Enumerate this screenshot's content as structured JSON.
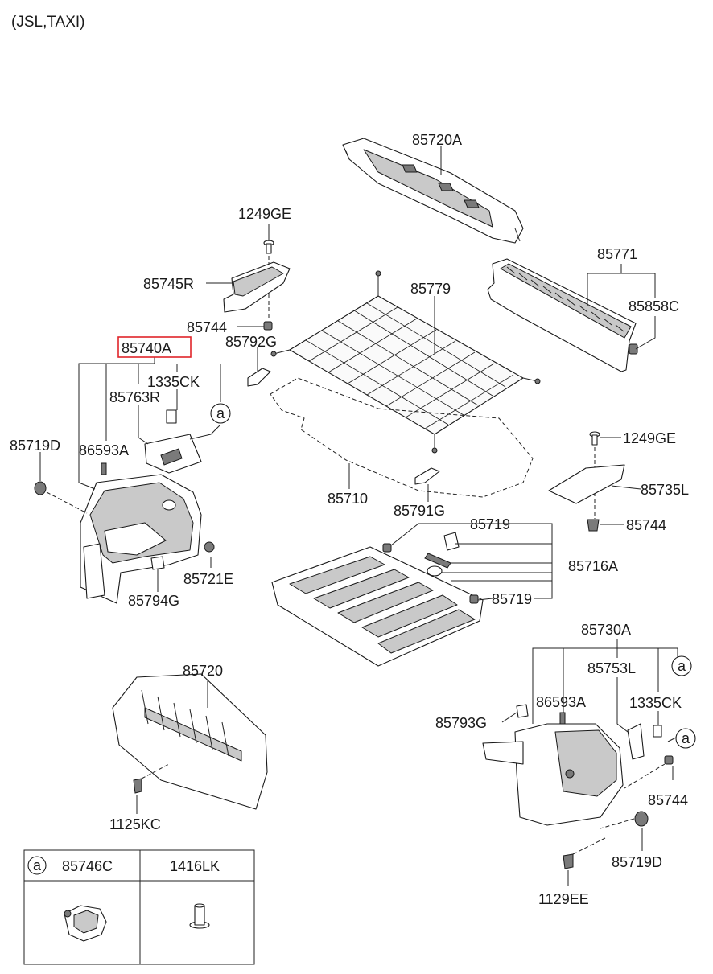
{
  "header": {
    "variant": "(JSL,TAXI)"
  },
  "parts": {
    "p85720A": "85720A",
    "p1249GE_top": "1249GE",
    "p85745R": "85745R",
    "p85744_top": "85744",
    "p85771": "85771",
    "p85779": "85779",
    "p85858C": "85858C",
    "p85792G": "85792G",
    "p85740A": "85740A",
    "p1335CK_left": "1335CK",
    "p85763R": "85763R",
    "p85719D_left": "85719D",
    "p86593A_left": "86593A",
    "p85710": "85710",
    "p85791G": "85791G",
    "p1249GE_right": "1249GE",
    "p85735L": "85735L",
    "p85744_right": "85744",
    "p85719_a": "85719",
    "p85716A": "85716A",
    "p85719_b": "85719",
    "p85721E": "85721E",
    "p85794G": "85794G",
    "p85730A": "85730A",
    "p85753L": "85753L",
    "p85720": "85720",
    "p86593A_right": "86593A",
    "p1335CK_right": "1335CK",
    "p85793G": "85793G",
    "p85744_bottom": "85744",
    "p85719D_right": "85719D",
    "p1125KC": "1125KC",
    "p1129EE": "1129EE"
  },
  "callout_marker": "a",
  "legend": {
    "marker": "a",
    "col1": "85746C",
    "col2": "1416LK"
  },
  "highlight_color": "#e0242a"
}
